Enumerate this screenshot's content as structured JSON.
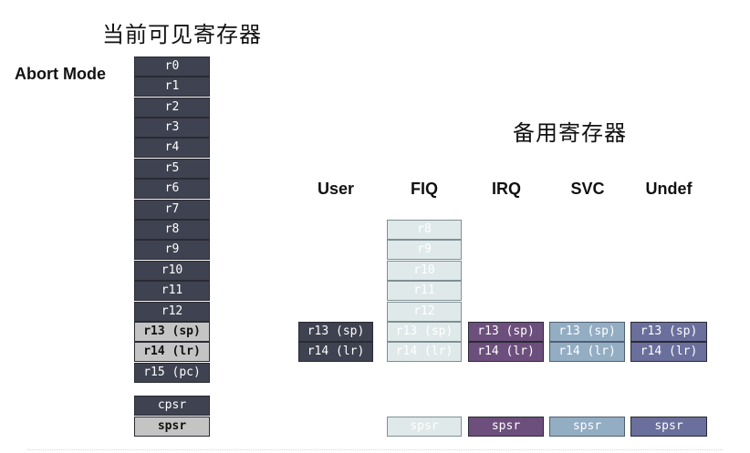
{
  "current_title": "当前可见寄存器",
  "banked_title": "备用寄存器",
  "mode_label": "Abort Mode",
  "current_registers": [
    "r0",
    "r1",
    "r2",
    "r3",
    "r4",
    "r5",
    "r6",
    "r7",
    "r8",
    "r9",
    "r10",
    "r11",
    "r12",
    "r13 (sp)",
    "r14 (lr)",
    "r15 (pc)"
  ],
  "current_status": [
    "cpsr",
    "spsr"
  ],
  "columns": [
    {
      "name": "User",
      "registers": [
        "r13 (sp)",
        "r14 (lr)"
      ],
      "spsr": ""
    },
    {
      "name": "FIQ",
      "registers": [
        "r8",
        "r9",
        "r10",
        "r11",
        "r12",
        "r13 (sp)",
        "r14 (lr)"
      ],
      "spsr": "spsr"
    },
    {
      "name": "IRQ",
      "registers": [
        "r13 (sp)",
        "r14 (lr)"
      ],
      "spsr": "spsr"
    },
    {
      "name": "SVC",
      "registers": [
        "r13 (sp)",
        "r14 (lr)"
      ],
      "spsr": "spsr"
    },
    {
      "name": "Undef",
      "registers": [
        "r13 (sp)",
        "r14 (lr)"
      ],
      "spsr": "spsr"
    }
  ],
  "colors": {
    "user": "#3f4250",
    "fiq": "#dfe9e9",
    "irq": "#6c4f7c",
    "svc": "#93adc3",
    "undef": "#6a6f9c",
    "current_dark": "#3f4250",
    "current_light": "#c4c4c4"
  }
}
